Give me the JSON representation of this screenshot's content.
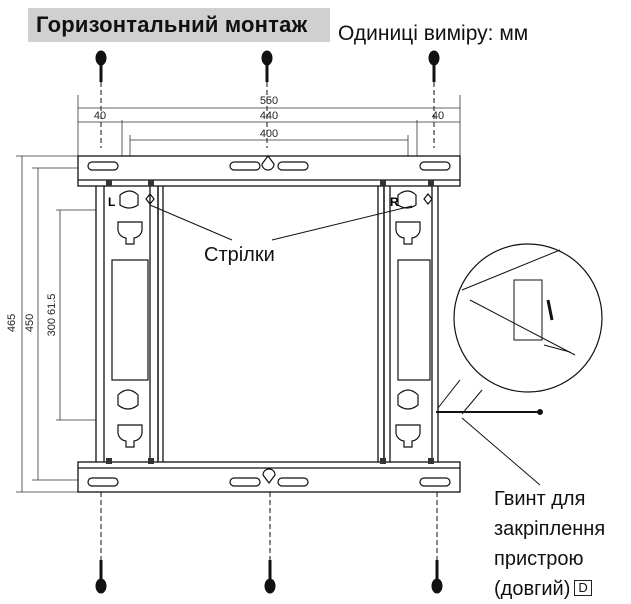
{
  "title": "Горизонтальний монтаж",
  "units_label": "Одиниці виміру: мм",
  "arrows_label": "Стрілки",
  "screw_label": {
    "line1": "Гвинт для",
    "line2": "закріплення",
    "line3": "пристрою",
    "line4": "(довгий)",
    "tag": "D"
  },
  "dimensions": {
    "width_total": "550",
    "side_left": "40",
    "inner_width": "440",
    "side_right": "40",
    "hole_width": "400",
    "height_total": "465",
    "height_outer": "450",
    "height_inner": "300 61.5"
  },
  "side_marks": {
    "left": "L",
    "right": "R"
  }
}
